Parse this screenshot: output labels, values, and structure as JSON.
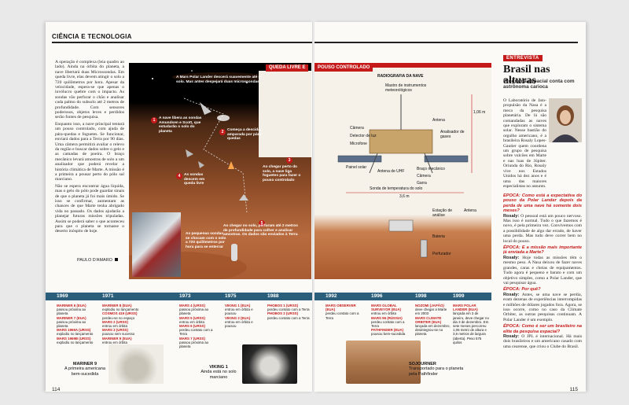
{
  "section": "CIÊNCIA E TECNOLOGIA",
  "article": {
    "paragraphs": [
      "A operação é complexa (leia quadro ao lado). Ainda na órbita do planeta, a nave libertará duas Microssondas. Em queda livre, elas devem atingir o solo a 720 quilômetros por hora. Apesar da velocidade, espera-se que apenas o invólucro quebre com o impacto. As sondas vão perfurar o chão e analisar cada palmo do subsolo até 2 metros de profundidade. Com sensores poderosos, objetos leves e perdidos serão fontes de pesquisa.",
      "Enquanto isso, a nave principal tentará um pouso controlado, com ajuda de pára-quedas e foguetes. Se funcionar, enviará dados para a Terra por 90 dias. Uma câmera permitirá avaliar o relevo da região e buscar dados sobre o gelo e as camadas de poeira. O braço mecânico levará amostras de solo a um analisador que poderá revelar a história climática de Marte. A missão é a primeira a pousar perto do pólo sul marciano.",
      "Não se espera encontrar água líquida, mas o gelo do pólo pode guardar sinais de que o planeta já foi mais úmido. Se isso se confirmar, aumentam as chances de que Marte tenha abrigado vida no passado. Os dados ajudarão a planejar futuras missões tripuladas. Assim se poderá saber o que aconteceu para que o planeta se tornasse o deserto inóspito de hoje."
    ],
    "signature": "PAULO D'AMARO"
  },
  "infographic": {
    "header_left": "QUEDA LIVRE E",
    "header_right": "POUSO CONTROLADO",
    "intro": "A Mars Polar Lander descerá suavemente até o solo. Mas antes despejará duas microssondas",
    "steps": [
      {
        "n": "1",
        "text": "A nave libera as sondas Amundsen e Scott, que estudarão o solo do planeta"
      },
      {
        "n": "2",
        "text": "Começa a descida, amparada por pára-quedas"
      },
      {
        "n": "3",
        "text": "Ao chegar perto do solo, a nave liga foguetes para fazer o pouso controlado"
      },
      {
        "n": "4",
        "text": "As sondas descem em queda livre"
      },
      {
        "n": "5",
        "text": "Ao chegar no solo, perfuram até 2 metros de profundidade para colher e analisar amostras. Os dados são enviados à Terra"
      }
    ],
    "probe_caption": "As pequenas sondas se chocam com o solo a 720 quilômetros por hora para se enterrar",
    "radiography_title": "RADIOGRAFIA DA NAVE",
    "parts": [
      "Mastro de instrumentos meteorológicos",
      "Câmera",
      "Detector de luz",
      "Microfone",
      "Antena",
      "Analisador de gases",
      "Painel solar",
      "Antena de UHF",
      "Braço mecânico",
      "Câmera",
      "Garra",
      "Sonda de temperatura do solo",
      "Estação de análise",
      "Antena",
      "Bateria",
      "Perfurador"
    ],
    "dimensions": [
      "1,06 m",
      "3,6 m"
    ]
  },
  "timeline": [
    {
      "year": "1969",
      "events": [
        {
          "name": "MARINER 6 (EUA)",
          "desc": "passou próxima ao planeta"
        },
        {
          "name": "MARINER 7 (EUA)",
          "desc": "passou próxima ao planeta"
        },
        {
          "name": "MARS 1969A (URSS)",
          "desc": "explodiu no lançamento"
        },
        {
          "name": "MARS 1969B (URSS)",
          "desc": "explodiu no lançamento"
        }
      ]
    },
    {
      "year": "1971",
      "events": [
        {
          "name": "MARINER 8 (EUA)",
          "desc": "explodiu no lançamento"
        },
        {
          "name": "COSMOS 419 (URSS)",
          "desc": "perdeu-se no espaço"
        },
        {
          "name": "MARS 2 (URSS)",
          "desc": "entrou em órbita"
        },
        {
          "name": "MARS 3 (URSS)",
          "desc": "pousou sem sucesso"
        },
        {
          "name": "MARINER 9 (EUA)",
          "desc": "entrou em órbita"
        }
      ]
    },
    {
      "year": "1973",
      "events": [
        {
          "name": "MARS 4 (URSS)",
          "desc": "passou próxima ao planeta"
        },
        {
          "name": "MARS 5 (URSS)",
          "desc": "entrou em órbita"
        },
        {
          "name": "MARS 6 (URSS)",
          "desc": "perdeu contato com a Terra"
        },
        {
          "name": "MARS 7 (URSS)",
          "desc": "passou próxima ao planeta"
        }
      ]
    },
    {
      "year": "1975",
      "events": [
        {
          "name": "VIKING 1 (EUA)",
          "desc": "entrou em órbita e pousou"
        },
        {
          "name": "VIKING 2 (EUA)",
          "desc": "entrou em órbita e pousou"
        }
      ]
    },
    {
      "year": "1988",
      "events": [
        {
          "name": "PHOBOS 1 (URSS)",
          "desc": "perdeu contato com a Terra"
        },
        {
          "name": "PHOBOS 2 (URSS)",
          "desc": "perdeu contato com a Terra"
        }
      ]
    },
    {
      "year": "1992",
      "events": [
        {
          "name": "MARS OBSERVER (EUA)",
          "desc": "perdeu contato com a Terra"
        }
      ]
    },
    {
      "year": "1996",
      "events": [
        {
          "name": "MARS GLOBAL SURVEYOR (EUA)",
          "desc": "entrou em órbita"
        },
        {
          "name": "MARS 96 (RÚSSIA)",
          "desc": "perdeu contato com a Terra"
        },
        {
          "name": "PATHFINDER (EUA)",
          "desc": "pousou bem-sucedida"
        }
      ]
    },
    {
      "year": "1998",
      "events": [
        {
          "name": "NOZOMI (JAPÃO)",
          "desc": "deve chegar a Marte em 2003"
        },
        {
          "name": "MARS CLIMATE ORBITER (EUA)",
          "desc": "lançada em dezembro, desintegrou-se no planeta"
        }
      ]
    },
    {
      "year": "1999",
      "events": [
        {
          "name": "MARS POLAR LANDER (EUA)",
          "desc": "lançada em 3 de janeiro, deve chegar no dia 3 de dezembro. Em sete meses percorreu 1,06 metro de altura e 3,6 metros de largura (aberta). Peso 576 quilos"
        }
      ]
    }
  ],
  "photo_captions": [
    {
      "title": "MARINER 9",
      "text": "A primeira americana bem-sucedida"
    },
    {
      "title": "VIKING 1",
      "text": "Ainda está no solo marciano"
    },
    {
      "title": "SOJOURNER",
      "text": "Transportado para o planeta pela Pathfinder"
    }
  ],
  "page_numbers": [
    "114",
    "115"
  ],
  "interview": {
    "tag": "ENTREVISTA",
    "title": "Brasil nas alturas",
    "subtitle": "Programa espacial conta com astrônoma carioca",
    "intro": "O Laboratório de Jato-propulsão da Nasa é a meca da pesquisa planetária. De lá são comandadas as naves que exploram o sistema solar. Nesse bastião do orgulho americano, é a brasileira Rosaly Lopes-Gautier quem coordena um grupo de pesquisa sobre vulcões em Marte e nas luas de Júpiter. Oriunda do Rio, Rosaly vive nos Estados Unidos há dez anos e é uma das maiores especialistas no assunto.",
    "qa": [
      {
        "q": "Como está a expectativa do pouso da Polar Lander depois da perda de uma nave há somente dois meses?",
        "a": "O pessoal está um pouco nervoso. Mas isso é normal. Tudo o que fazemos é novo, é pela primeira vez. Convivemos com a possibilidade de algo dar errado, de haver uma perda. Mas tudo deve correr bem no local do pouso."
      },
      {
        "q": "E a missão mais importante já enviada a Marte?",
        "a": "Hoje todas as missões têm o mesmo peso. A Nasa deixou de fazer naves grandes, caras e cheias de equipamentos. Tudo agora é pequeno e barato e com um objetivo simples, como a Polar Lander, que vai pesquisar água."
      },
      {
        "q": "Por quê?",
        "a": "Antes, se uma nave se perdia, eram dezenas de experiências interrompidas e milhões de dólares jogados fora. Agora, se isso ocorre, como no caso da Climate Orbiter, as outras pesquisas continuam. A Polar Lander é um exemplo."
      },
      {
        "q": "Como é ser um brasileiro na elite da pesquisa espacial?",
        "a": "O JPL é internacional. Há mais dois brasileiros e um americano casado com uma cearense, que criou o Clube do Brasil."
      }
    ]
  }
}
